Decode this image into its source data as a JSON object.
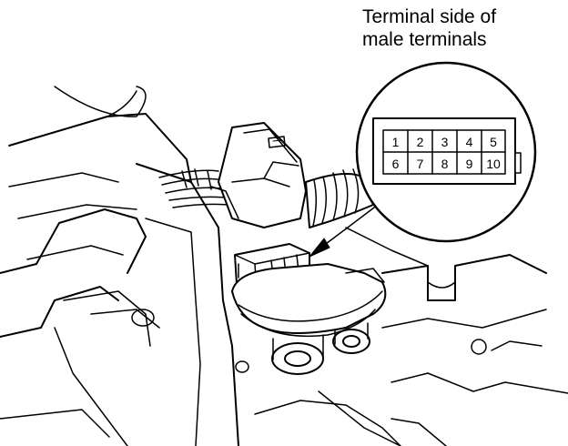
{
  "caption": {
    "line1": "Terminal side of",
    "line2": "male terminals"
  },
  "connector": {
    "top_row": [
      "1",
      "2",
      "3",
      "4",
      "5"
    ],
    "bottom_row": [
      "6",
      "7",
      "8",
      "9",
      "10"
    ]
  },
  "colors": {
    "line": "#000000",
    "background": "#ffffff"
  }
}
